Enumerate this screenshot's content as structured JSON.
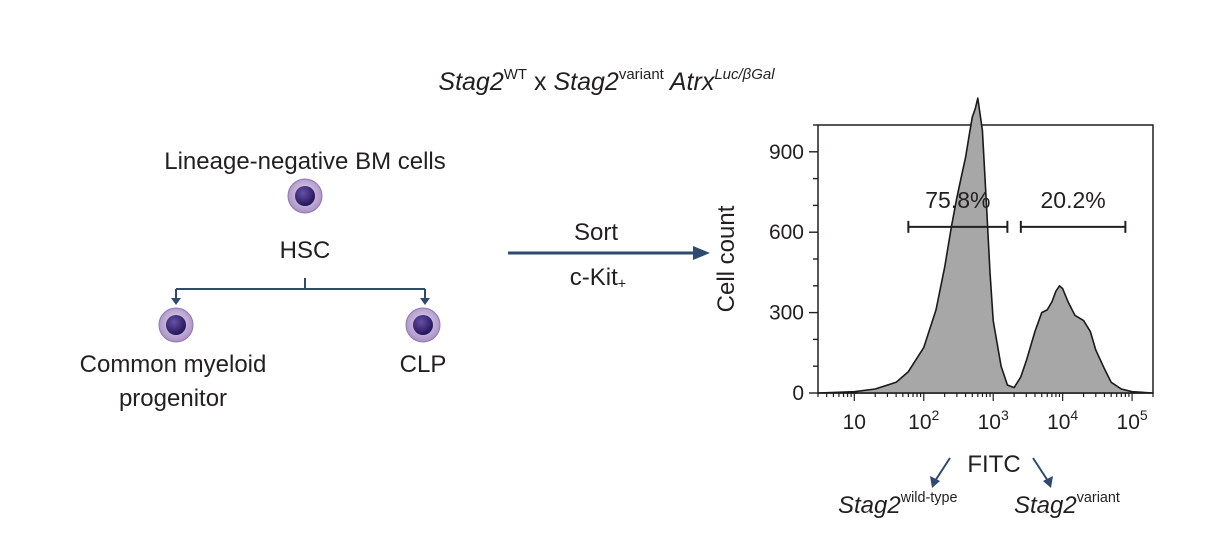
{
  "title": {
    "gene1": "Stag2",
    "sup1": "WT",
    "cross": " x ",
    "gene2": "Stag2",
    "sup2": "variant",
    "gene3": " Atrx",
    "sup3": "Luc/βGal"
  },
  "lineage": {
    "source_label": "Lineage-negative BM cells",
    "hsc_label": "HSC",
    "cmp_label": "Common myeloid",
    "cmp_label2": "progenitor",
    "clp_label": "CLP"
  },
  "sort": {
    "label": "Sort",
    "marker": "c-Kit",
    "marker_sub": "+"
  },
  "colors": {
    "cell_outer": "#c9b3d9",
    "cell_inner": "#3f2a7a",
    "arrow": "#2f4a6d",
    "histogram_fill": "#a7a7a7"
  },
  "chart_data": {
    "type": "area",
    "xlabel": "FITC",
    "ylabel": "Cell count",
    "x_scale": "log",
    "xlim": [
      3,
      200000
    ],
    "ylim": [
      0,
      1000
    ],
    "x_ticks": [
      {
        "value": 10,
        "label": "10",
        "sup": ""
      },
      {
        "value": 100,
        "label": "10",
        "sup": "2"
      },
      {
        "value": 1000,
        "label": "10",
        "sup": "3"
      },
      {
        "value": 10000,
        "label": "10",
        "sup": "4"
      },
      {
        "value": 100000,
        "label": "10",
        "sup": "5"
      }
    ],
    "y_ticks": [
      0,
      300,
      600,
      900
    ],
    "series": [
      {
        "x": [
          3,
          10,
          20,
          40,
          60,
          100,
          150,
          200,
          250,
          300,
          350,
          400,
          450,
          500,
          550,
          600,
          700,
          800,
          900,
          1000,
          1300,
          1600,
          2000,
          2500,
          3000,
          4000,
          5000,
          6000,
          7000,
          8000,
          9000,
          10000,
          12000,
          15000,
          20000,
          25000,
          30000,
          40000,
          50000,
          70000,
          100000,
          200000
        ],
        "y": [
          0,
          5,
          15,
          40,
          80,
          170,
          310,
          470,
          620,
          730,
          810,
          880,
          960,
          1030,
          1060,
          1100,
          980,
          700,
          450,
          270,
          100,
          30,
          20,
          60,
          120,
          230,
          300,
          310,
          340,
          380,
          400,
          390,
          340,
          290,
          270,
          230,
          160,
          90,
          40,
          15,
          5,
          0
        ]
      }
    ],
    "gates": [
      {
        "label": "75.8%",
        "range": [
          60,
          1600
        ],
        "y": 620
      },
      {
        "label": "20.2%",
        "range": [
          2500,
          80000
        ],
        "y": 620
      }
    ]
  },
  "outputs": {
    "left_gene": "Stag2",
    "left_sup": "wild-type",
    "right_gene": "Stag2",
    "right_sup": "variant"
  }
}
